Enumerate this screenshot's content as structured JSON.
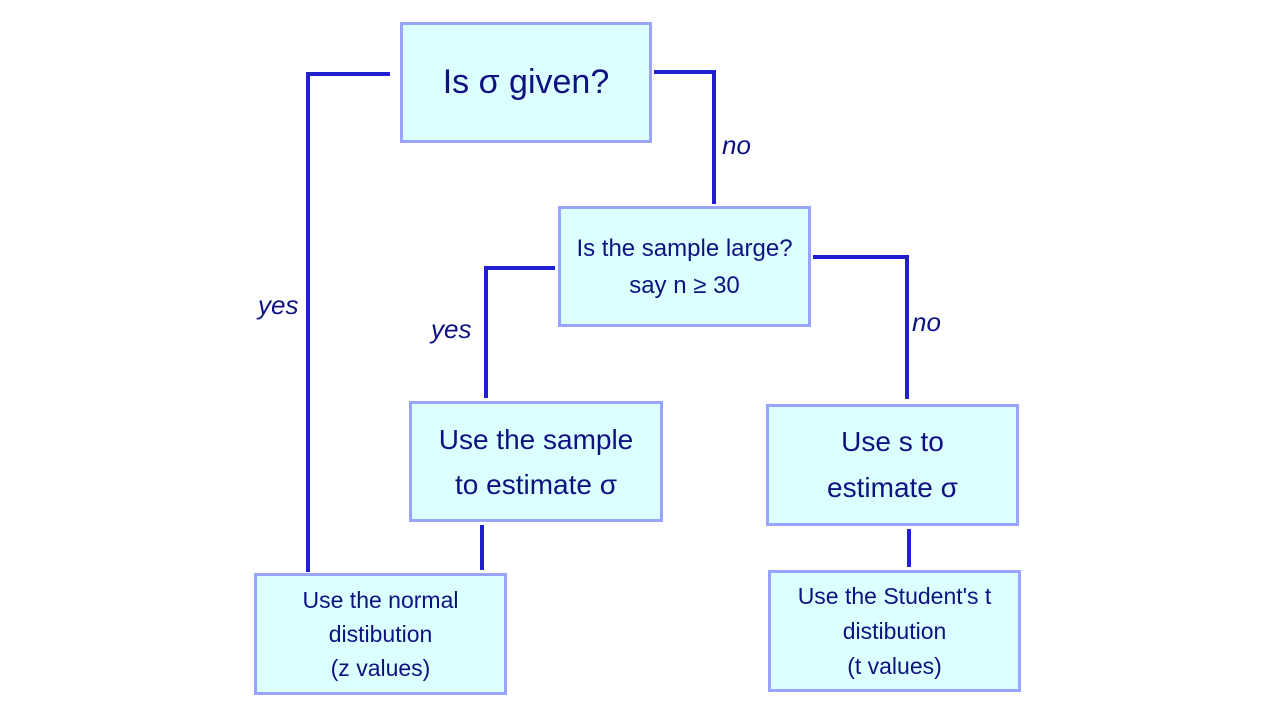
{
  "nodes": {
    "sigma_given": "Is σ given?",
    "sample_large": "Is the sample large?\nsay n ≥ 30",
    "estimate_with_sample": "Use the sample\nto estimate σ",
    "estimate_with_s": "Use s to\nestimate σ",
    "normal_distribution": "Use the normal\ndistibution\n(z values)",
    "student_t_distribution": "Use the Student's t\ndistibution\n(t values)"
  },
  "edge_labels": {
    "sigma_given_no": "no",
    "sigma_given_yes": "yes",
    "sample_large_yes": "yes",
    "sample_large_no": "no"
  },
  "colors": {
    "node_fill": "#dcffff",
    "node_border": "#9aa3ff",
    "connector": "#1f1fcf",
    "text": "#0d1280"
  }
}
